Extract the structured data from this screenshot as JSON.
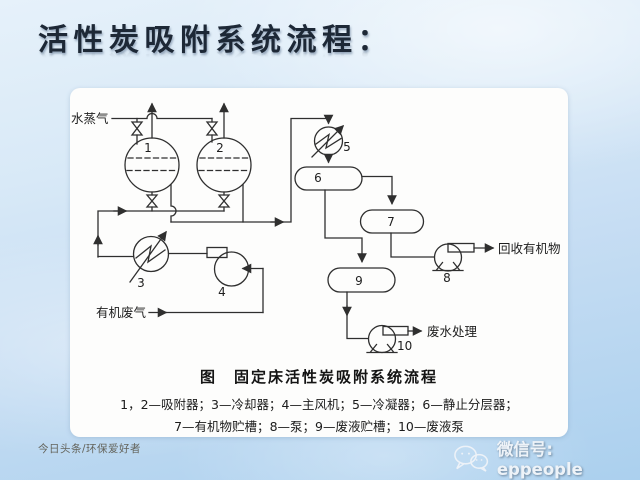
{
  "slide": {
    "title": "活性炭吸附系统流程：",
    "footer_left": "今日头条/环保爱好者",
    "wechat_label": "微信号: eppeople"
  },
  "figure": {
    "caption": "图　固定床活性炭吸附系统流程",
    "legend_line_1": "1，2—吸附器；3—冷却器；4—主风机；5—冷凝器；6—静止分层器；",
    "legend_line_2": "7—有机物贮槽；8—泵；9—废液贮槽；10—废液泵"
  },
  "diagram": {
    "streams": {
      "steam": "水蒸气",
      "waste_gas": "有机废气",
      "recovered_organics": "回收有机物",
      "wastewater_treatment": "废水处理"
    },
    "units": {
      "adsorber_1": "1",
      "adsorber_2": "2",
      "cooler": "3",
      "main_fan": "4",
      "condenser": "5",
      "settler": "6",
      "organic_tank": "7",
      "pump": "8",
      "waste_liquid_tank": "9",
      "waste_liquid_pump": "10"
    },
    "colors": {
      "line": "#2f2f2f",
      "panel": "#fdfdfc",
      "background_accent": "#abd0ee"
    }
  }
}
